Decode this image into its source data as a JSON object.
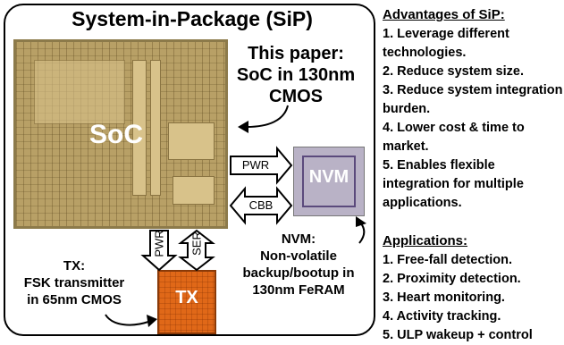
{
  "diagram": {
    "title": "System-in-Package (SiP)",
    "soc": {
      "label": "SoC",
      "note": [
        "This paper:",
        "SoC in 130nm",
        "CMOS"
      ]
    },
    "nvm": {
      "label": "NVM",
      "note": [
        "NVM:",
        "Non-volatile",
        "backup/bootup in",
        "130nm FeRAM"
      ]
    },
    "tx": {
      "label": "TX",
      "note": [
        "TX:",
        "FSK transmitter",
        "in 65nm CMOS"
      ]
    },
    "links": {
      "pwr_nvm": "PWR",
      "cbb": "CBB",
      "pwr_tx": "PWR",
      "ser": "SER"
    },
    "colors": {
      "soc_die": "#b8a066",
      "nvm_die": "#b9b2c6",
      "tx_die": "#e06818"
    }
  },
  "advantages": {
    "heading": "Advantages of SiP:",
    "items": [
      "1. Leverage different technologies.",
      "2. Reduce system size.",
      "3. Reduce system integration burden.",
      "4. Lower cost & time to market.",
      "5. Enables flexible integration for multiple applications."
    ]
  },
  "applications": {
    "heading": "Applications:",
    "items": [
      "1. Free-fall detection.",
      "2. Proximity detection.",
      "3. Heart monitoring.",
      "4. Activity tracking.",
      "5. ULP wakeup + control"
    ]
  }
}
